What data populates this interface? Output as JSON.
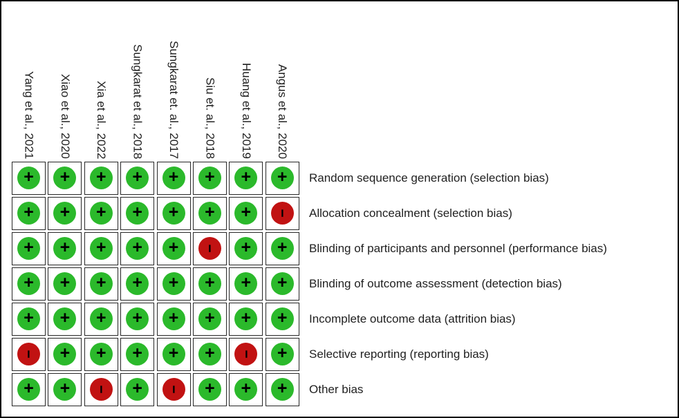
{
  "figure_name": "risk-of-bias-summary",
  "chart_data": {
    "type": "heatmap",
    "title": "",
    "columns": [
      "Yang et al., 2021",
      "Xiao et al., 2020",
      "Xia et al., 2022",
      "Sungkarat et al., 2018",
      "Sungkarat et. al., 2017",
      "Siu et. al., 2018",
      "Huang et al., 2019",
      "Angus et al., 2020"
    ],
    "rows": [
      "Random sequence generation (selection bias)",
      "Allocation concealment (selection bias)",
      "Blinding of participants and personnel (performance bias)",
      "Blinding of outcome assessment (detection bias)",
      "Incomplete outcome data (attrition bias)",
      "Selective reporting (reporting bias)",
      "Other bias"
    ],
    "values": [
      [
        "+",
        "+",
        "+",
        "+",
        "+",
        "+",
        "+",
        "+"
      ],
      [
        "+",
        "+",
        "+",
        "+",
        "+",
        "+",
        "+",
        "-"
      ],
      [
        "+",
        "+",
        "+",
        "+",
        "+",
        "-",
        "+",
        "+"
      ],
      [
        "+",
        "+",
        "+",
        "+",
        "+",
        "+",
        "+",
        "+"
      ],
      [
        "+",
        "+",
        "+",
        "+",
        "+",
        "+",
        "+",
        "+"
      ],
      [
        "-",
        "+",
        "+",
        "+",
        "+",
        "+",
        "-",
        "+"
      ],
      [
        "+",
        "+",
        "-",
        "+",
        "-",
        "+",
        "+",
        "+"
      ]
    ],
    "symbols": {
      "plus": "+",
      "minus": "−"
    },
    "colors": {
      "plus_fill": "#2bb92b",
      "minus_fill": "#c11212",
      "symbol": "#000000",
      "cell_border": "#262626",
      "frame_border": "#000000"
    },
    "layout": {
      "grid_on": true,
      "column_labels_rotation_deg": 90,
      "row_labels_position": "right"
    }
  }
}
